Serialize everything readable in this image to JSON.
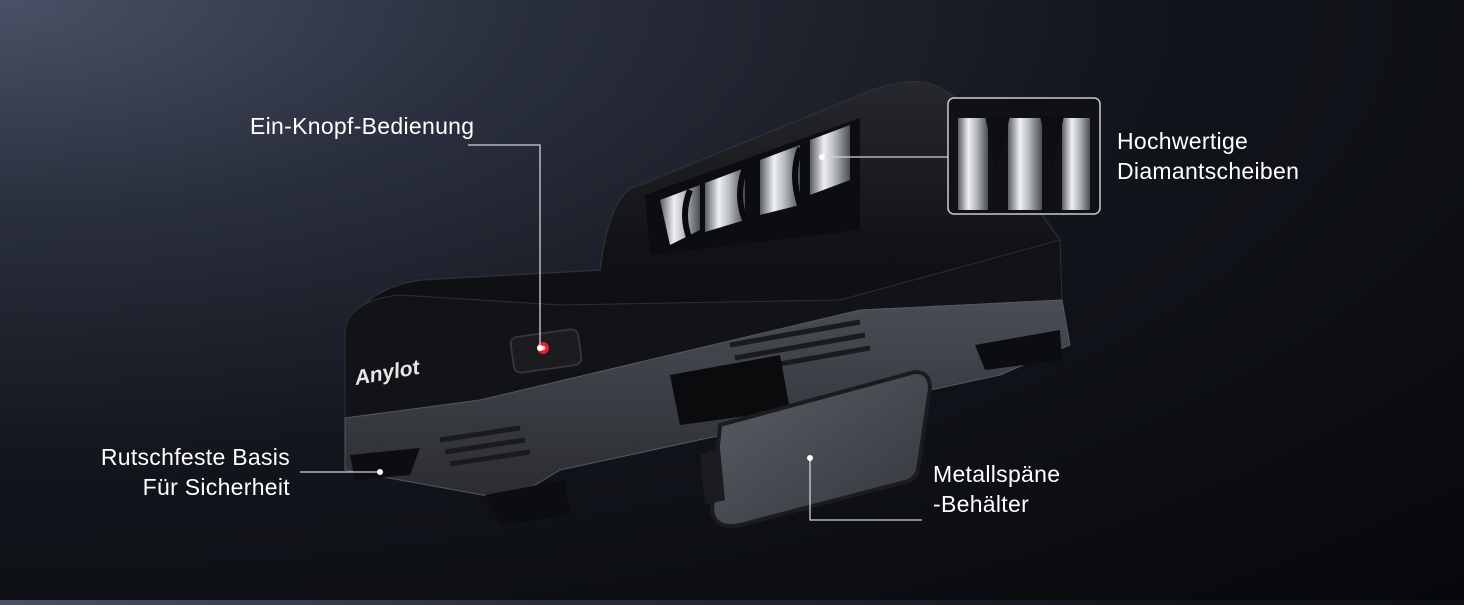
{
  "brand": {
    "logo_text": "Anylot"
  },
  "annotations": {
    "one_button": {
      "text": "Ein-Knopf-Bedienung"
    },
    "diamond_discs": {
      "line1": "Hochwertige",
      "line2": "Diamantscheiben"
    },
    "non_slip_base": {
      "line1": "Rutschfeste Basis",
      "line2": "Für Sicherheit"
    },
    "metal_bin": {
      "line1": "Metallspäne",
      "line2": "-Behälter"
    }
  },
  "colors": {
    "background_dark": "#07080b",
    "background_light": "#4a5166",
    "device_body": "#0e0f12",
    "device_base": "#3a3d44",
    "button_led": "#e0202a",
    "text": "#ffffff",
    "callout_line": "#cfd2d8"
  },
  "icons": [
    "power-button-icon"
  ]
}
